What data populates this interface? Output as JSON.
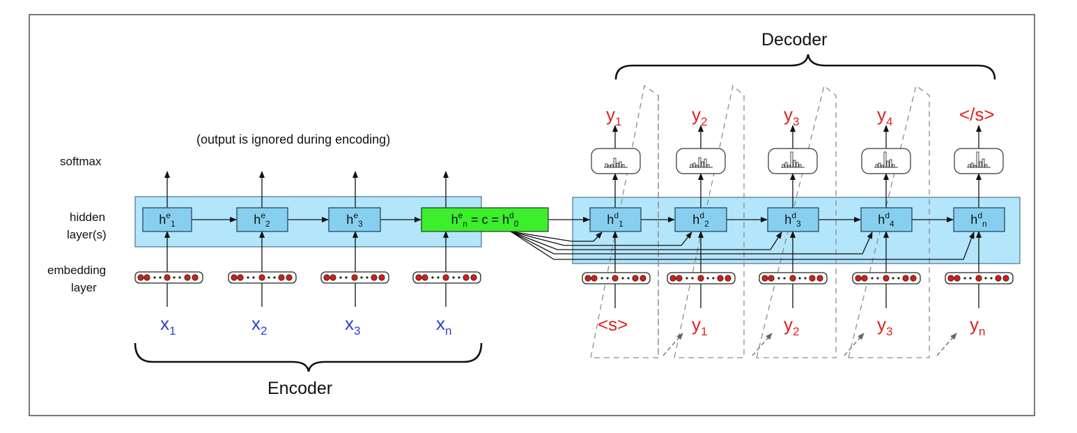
{
  "labels": {
    "softmax": "softmax",
    "hidden": [
      "hidden",
      "layer(s)"
    ],
    "embedding": [
      "embedding",
      "layer"
    ],
    "note": "(output is ignored during encoding)",
    "encoder": "Encoder",
    "decoder": "Decoder"
  },
  "encoder": {
    "cells": [
      {
        "base": "h",
        "sup": "e",
        "sub": "1"
      },
      {
        "base": "h",
        "sup": "e",
        "sub": "2"
      },
      {
        "base": "h",
        "sup": "e",
        "sub": "3"
      }
    ],
    "context": {
      "p1": "h",
      "s1": "e",
      "d1": "n",
      "mid": " = c = ",
      "p2": "h",
      "s2": "d",
      "d2": "0"
    },
    "inputs": [
      {
        "base": "x",
        "sub": "1"
      },
      {
        "base": "x",
        "sub": "2"
      },
      {
        "base": "x",
        "sub": "3"
      },
      {
        "base": "x",
        "sub": "n"
      }
    ]
  },
  "decoder": {
    "cells": [
      {
        "base": "h",
        "sup": "d",
        "sub": "1"
      },
      {
        "base": "h",
        "sup": "d",
        "sub": "2"
      },
      {
        "base": "h",
        "sup": "d",
        "sub": "3"
      },
      {
        "base": "h",
        "sup": "d",
        "sub": "4"
      },
      {
        "base": "h",
        "sup": "d",
        "sub": "n"
      }
    ],
    "outputs": [
      {
        "base": "y",
        "sub": "1"
      },
      {
        "base": "y",
        "sub": "2"
      },
      {
        "base": "y",
        "sub": "3"
      },
      {
        "base": "y",
        "sub": "4"
      },
      {
        "base": "</s>",
        "sub": ""
      }
    ],
    "inputs": [
      {
        "base": "<s>",
        "sub": ""
      },
      {
        "base": "y",
        "sub": "1"
      },
      {
        "base": "y",
        "sub": "2"
      },
      {
        "base": "y",
        "sub": "3"
      },
      {
        "base": "y",
        "sub": "n"
      }
    ]
  },
  "colors": {
    "hidden_band": "#b3e5fb",
    "cell": "#87cfee",
    "context_cell": "#3cee2c",
    "encoder_token": "#2a3fd6",
    "decoder_token": "#e0201c",
    "embedding_dot": "#d21f18"
  },
  "icons": [
    "arrow-icon",
    "softmax-histogram-icon",
    "embedding-dots-icon",
    "curly-brace-icon"
  ]
}
